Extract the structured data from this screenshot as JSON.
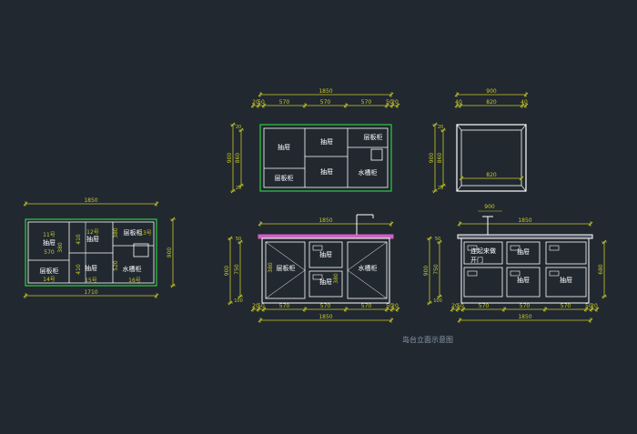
{
  "colors": {
    "background": "#212830",
    "outline": "#ffffff",
    "dimension": "#c8c826",
    "highlight": "#2ecc40",
    "countertop": "#d060c0",
    "caption": "#8a9aaa"
  },
  "caption": "岛台立面示意图",
  "plan_left": {
    "top_total": "1850",
    "bottom_total": "1710",
    "right_height": "900",
    "cells": [
      {
        "label": "抽屉",
        "number": "11号"
      },
      {
        "label": "层板柜",
        "number": "14号"
      },
      {
        "label": "抽屉",
        "number": "12号"
      },
      {
        "label": "抽屉",
        "number": "15号"
      },
      {
        "label": "层板柜",
        "number": "13号"
      },
      {
        "label": "水槽柜",
        "number": "16号"
      }
    ],
    "inner_dims": [
      "570",
      "380",
      "410",
      "410",
      "380",
      "520"
    ]
  },
  "plan_top": {
    "total": "1850",
    "segments": [
      "20",
      "50",
      "570",
      "570",
      "570",
      "50",
      "20"
    ],
    "side_dims": [
      "900",
      "860",
      "20",
      "20"
    ],
    "labels": [
      "抽屉",
      "抽屉",
      "层板柜",
      "层板柜",
      "抽屉",
      "水槽柜"
    ]
  },
  "plan_side": {
    "total": "900",
    "segments": [
      "40",
      "820",
      "40"
    ],
    "side_dims": [
      "900",
      "860",
      "20",
      "20"
    ],
    "inner_dim": "820"
  },
  "elev_front": {
    "total": "1850",
    "bottom_total": "1850",
    "segments": [
      "20",
      "50",
      "570",
      "570",
      "570",
      "50",
      "20"
    ],
    "left_dims": [
      "900",
      "750",
      "50",
      "100"
    ],
    "labels": [
      "层板柜",
      "抽屉",
      "抽屉",
      "水槽柜"
    ],
    "inner_dims": [
      "380",
      "380"
    ]
  },
  "elev_back": {
    "total": "1850",
    "top_total": "900",
    "bottom_total": "1850",
    "segments": [
      "20",
      "50",
      "570",
      "570",
      "570",
      "50",
      "20"
    ],
    "left_dims": [
      "900",
      "750",
      "50",
      "100"
    ],
    "right_dim": "680",
    "labels": [
      "连起来做",
      "开门",
      "抽屉",
      "抽屉",
      "抽屉"
    ]
  }
}
